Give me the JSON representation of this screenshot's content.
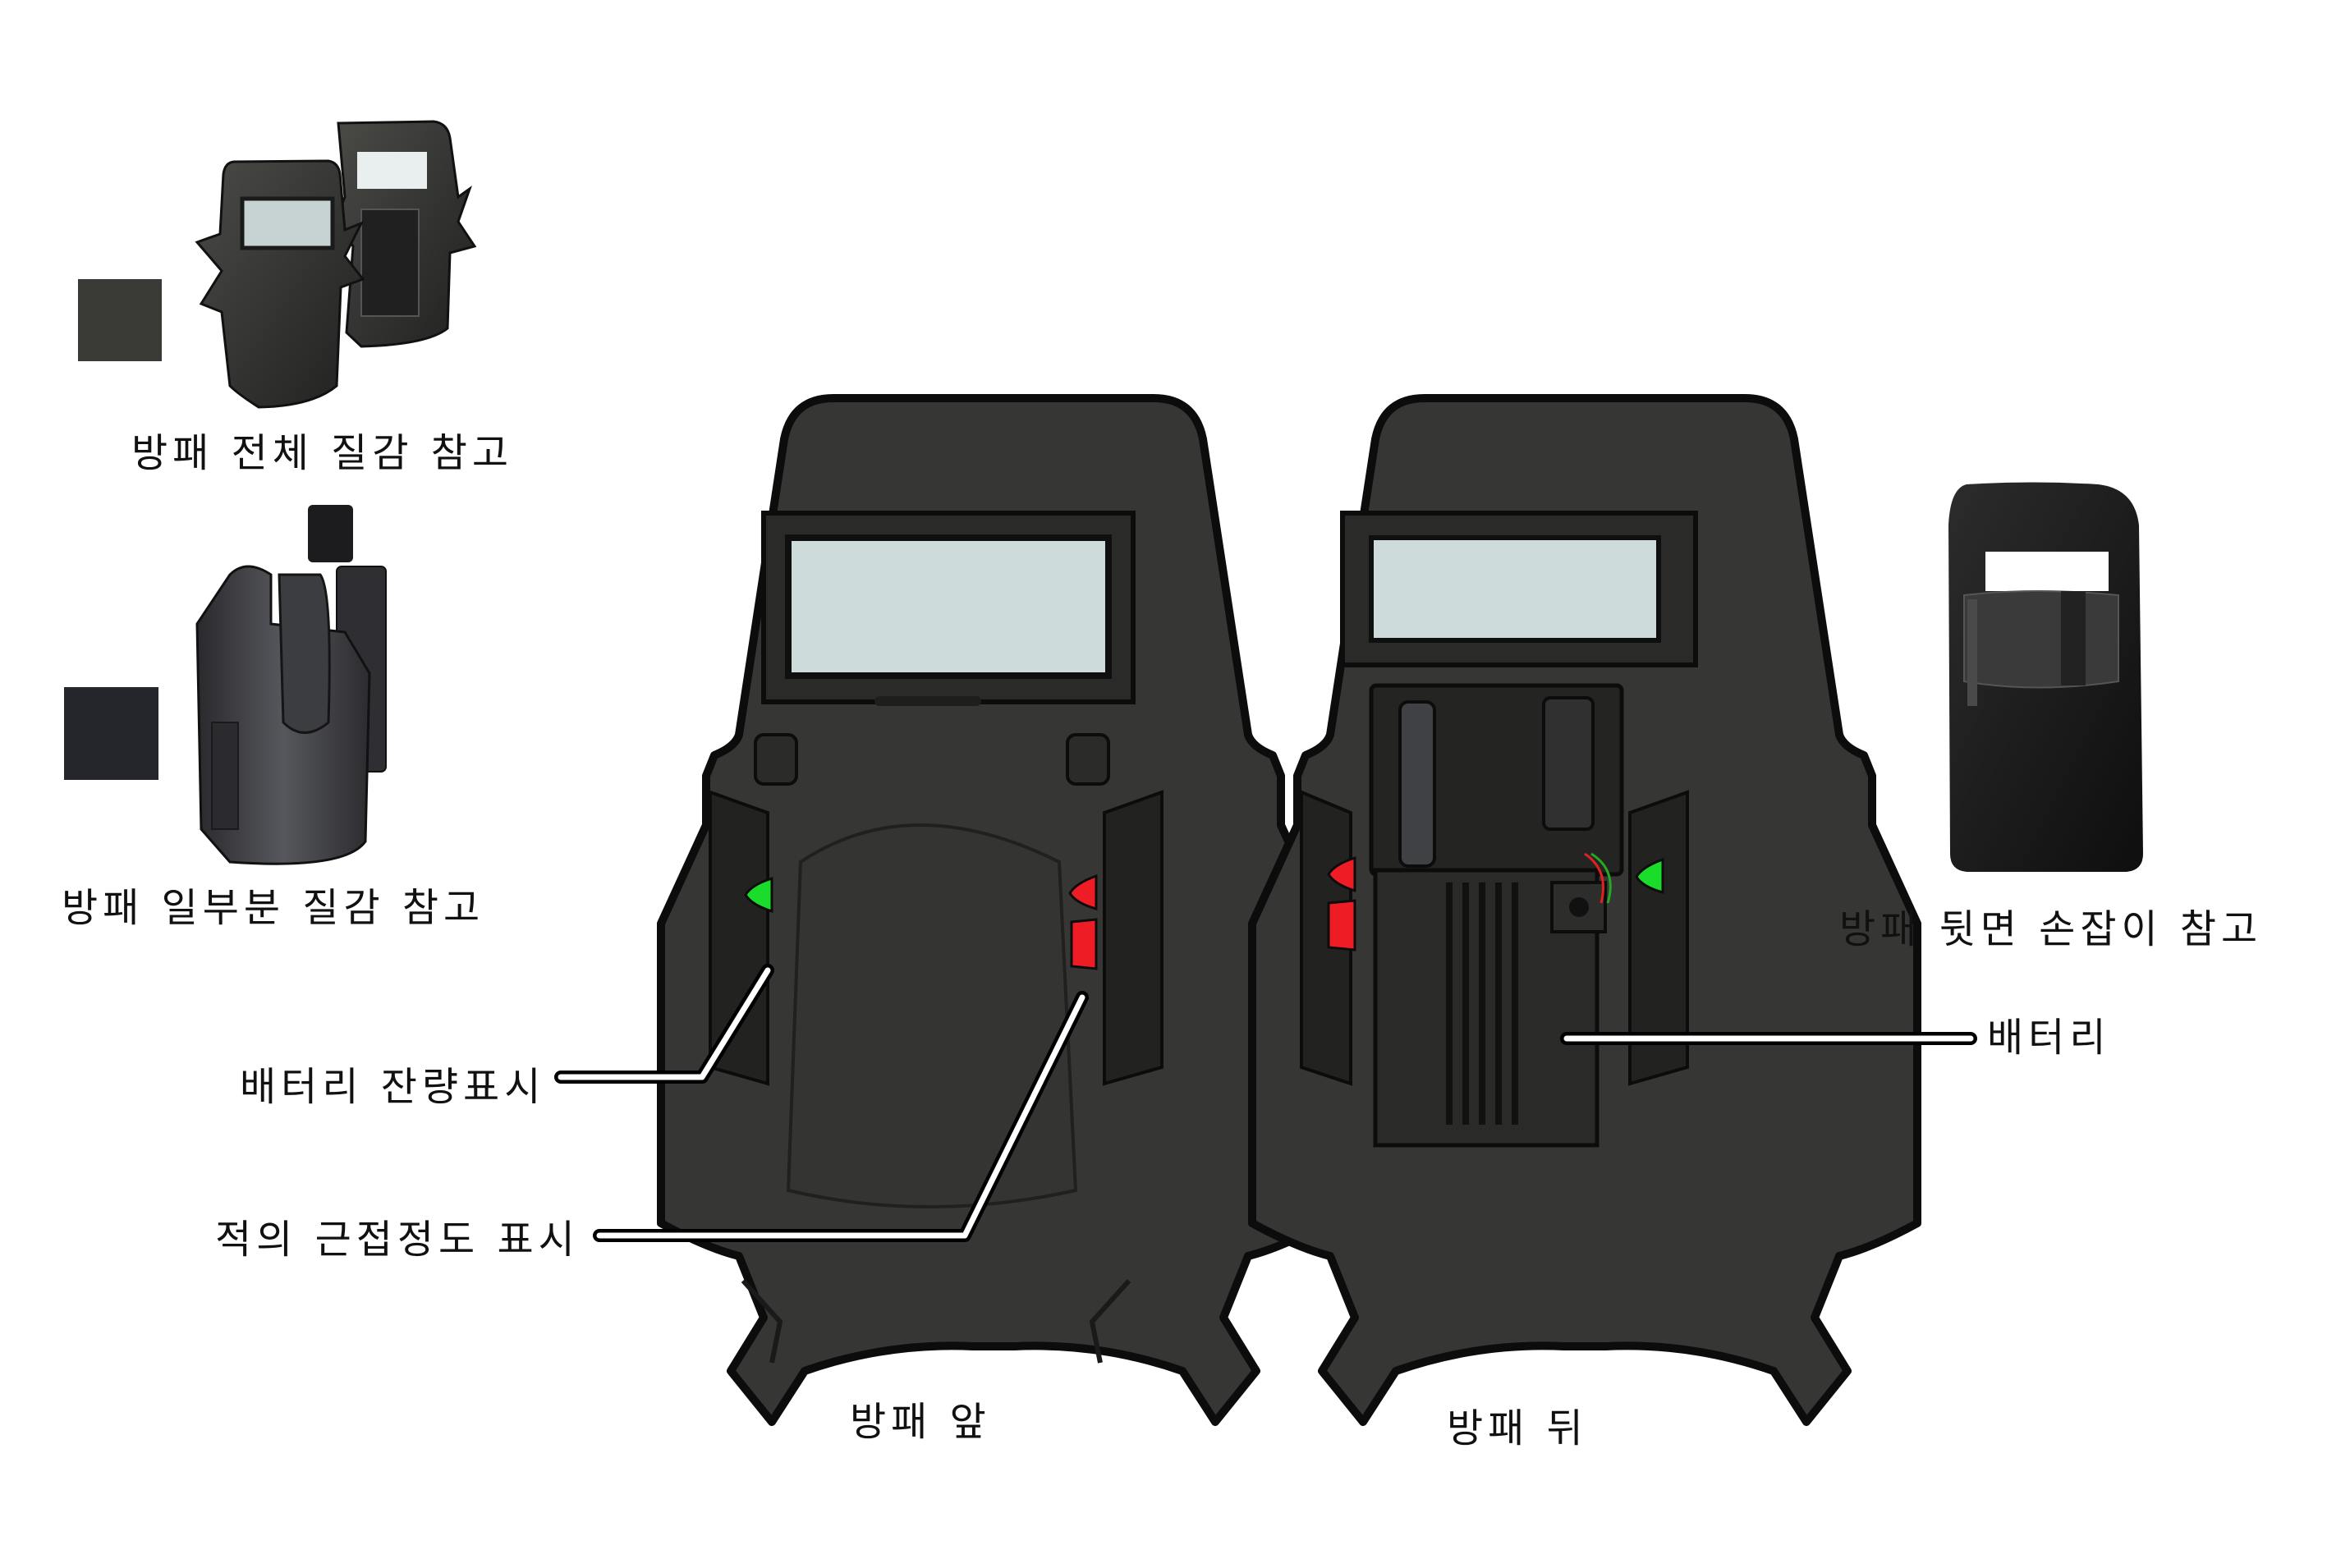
{
  "labels": {
    "ref_full_texture": "방패 전체 질감 참고",
    "ref_partial_texture": "방패 일부분 질감 참고",
    "ref_back_handle": "방패 뒷면 손잡이 참고",
    "battery_level": "배터리 잔량표시",
    "enemy_proximity": "적의 근접정도 표시",
    "battery": "배터리",
    "shield_front": "방패 앞",
    "shield_back": "방패 뒤"
  },
  "colors": {
    "swatch_full": "#3a3b37",
    "swatch_partial": "#25262b",
    "shield_body": "#363634",
    "shield_dark": "#242422",
    "shield_outline": "#0c0c0c",
    "visor_glass": "#cddcda",
    "led_green": "#19dd2a",
    "led_red": "#ee1c24"
  }
}
